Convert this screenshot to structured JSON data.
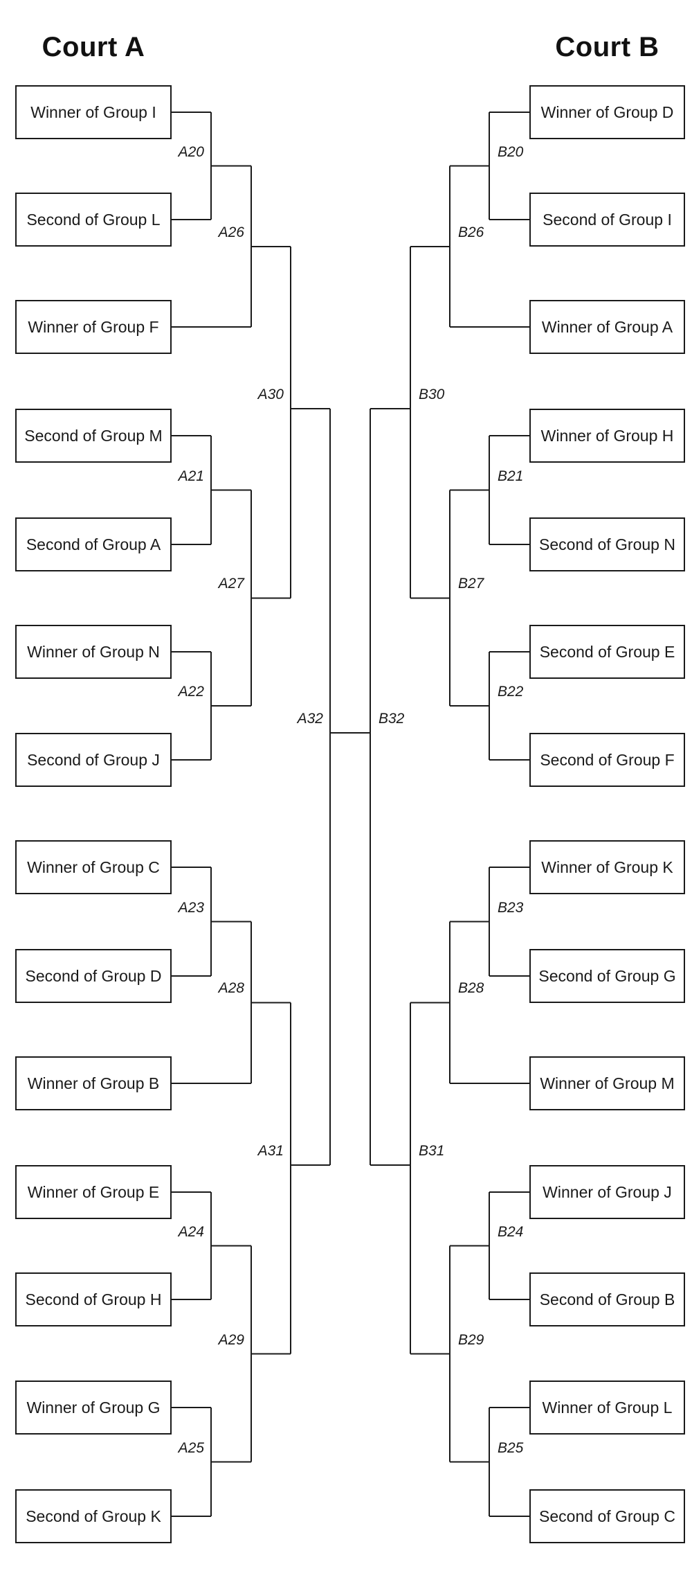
{
  "colors": {
    "background": "#ffffff",
    "line": "#1a1a1a",
    "text": "#1a1a1a",
    "title_text": "#111111",
    "box_fill": "#ffffff"
  },
  "courts": [
    {
      "title": "Court A",
      "slots": [
        "Winner of Group I",
        "Second of Group L",
        "Winner of Group F",
        "Second of Group M",
        "Second of Group A",
        "Winner of Group N",
        "Second of Group J",
        "Winner of Group C",
        "Second of Group D",
        "Winner of Group B",
        "Winner of Group E",
        "Second of Group H",
        "Winner of Group G",
        "Second of Group K"
      ],
      "matches": [
        "A20",
        "A21",
        "A22",
        "A23",
        "A24",
        "A25",
        "A26",
        "A27",
        "A28",
        "A29",
        "A30",
        "A31",
        "A32"
      ]
    },
    {
      "title": "Court B",
      "slots": [
        "Winner of Group D",
        "Second of Group I",
        "Winner of Group A",
        "Winner of Group H",
        "Second of Group N",
        "Second of Group E",
        "Second of Group F",
        "Winner of Group K",
        "Second of Group G",
        "Winner of Group M",
        "Winner of Group J",
        "Second of Group B",
        "Winner of Group L",
        "Second of Group C"
      ],
      "matches": [
        "B20",
        "B21",
        "B22",
        "B23",
        "B24",
        "B25",
        "B26",
        "B27",
        "B28",
        "B29",
        "B30",
        "B31",
        "B32"
      ]
    }
  ]
}
